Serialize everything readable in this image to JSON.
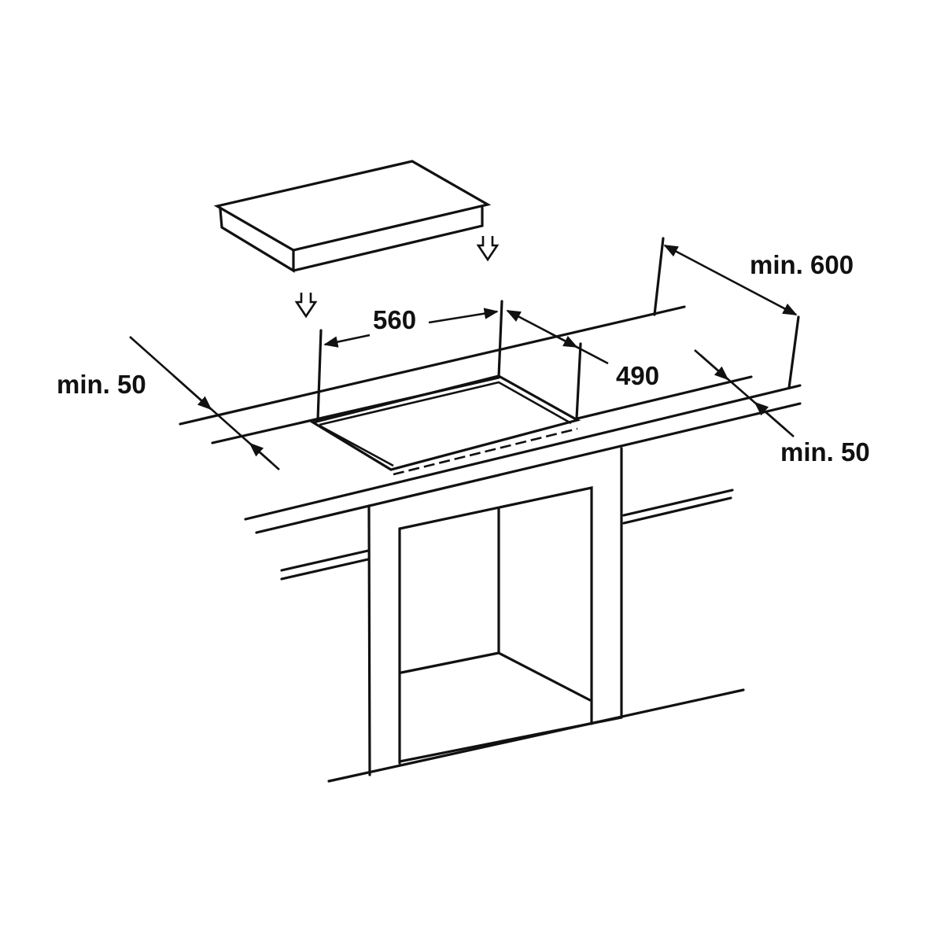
{
  "diagram": {
    "title": "Hob built-in installation dimensions",
    "labels": {
      "cutout_width": "560",
      "cutout_depth": "490",
      "min_clearance_above": "min. 600",
      "min_front_left": "min. 50",
      "min_back_right": "min. 50"
    },
    "colors": {
      "line": "#111111",
      "background": "#ffffff"
    }
  }
}
